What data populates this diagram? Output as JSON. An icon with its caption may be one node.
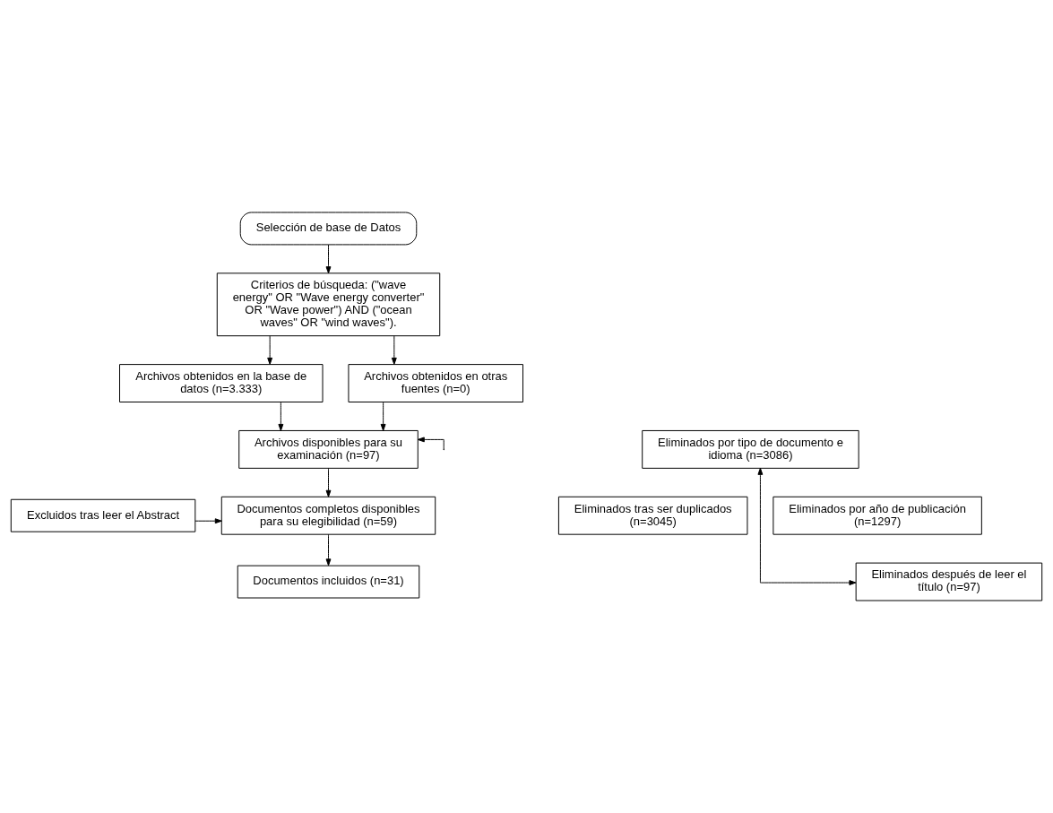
{
  "diagram": {
    "nodes": [
      {
        "text": [
          "Selección de base de Datos"
        ]
      },
      {
        "text": [
          "Criterios de búsqueda: (\"wave energy\" OR \"Wave energy converter\" OR \"Wave power\") AND (\"ocean waves\" OR \"wind waves\")."
        ]
      },
      {
        "text": [
          "Archivos obtenidos en la base de datos (n=3.333)"
        ]
      },
      {
        "text": [
          "Archivos obtenidos en otras fuentes (n=0)"
        ]
      },
      {
        "text": [
          "Archivos disponibles para su examinación (n=97)"
        ]
      },
      {
        "text": [
          "Documentos completos disponibles para su elegibilidad (n=59)"
        ]
      },
      {
        "text": [
          "Documentos incluidos (n=31)"
        ]
      },
      {
        "text": [
          "Excluidos tras leer el Abstract"
        ]
      },
      {
        "text": [
          "Eliminados por tipo de documento e idioma (n=3086)"
        ]
      },
      {
        "text": [
          "Eliminados tras ser duplicados (n=3045)"
        ]
      },
      {
        "text": [
          "Eliminados por año de publicación (n=1297)"
        ]
      },
      {
        "text": [
          "Eliminados después de leer el título (n=97)"
        ]
      }
    ],
    "edges": [
      {
        "from": 0,
        "to": 1,
        "arrow": "to"
      },
      {
        "from": 1,
        "to": 2,
        "arrow": "to"
      },
      {
        "from": 1,
        "to": 3,
        "arrow": "to"
      },
      {
        "from": 2,
        "to": 4,
        "arrow": "to"
      },
      {
        "from": 3,
        "to": 4,
        "arrow": "to"
      },
      {
        "from": 4,
        "to": 5,
        "arrow": "to"
      },
      {
        "from": 7,
        "to": 5,
        "arrow": "to"
      },
      {
        "from": 5,
        "to": 6,
        "arrow": "to"
      },
      {
        "from": 8,
        "to": 11,
        "arrow": "both"
      },
      {
        "from": null,
        "to": 4,
        "arrow": "to"
      }
    ]
  }
}
